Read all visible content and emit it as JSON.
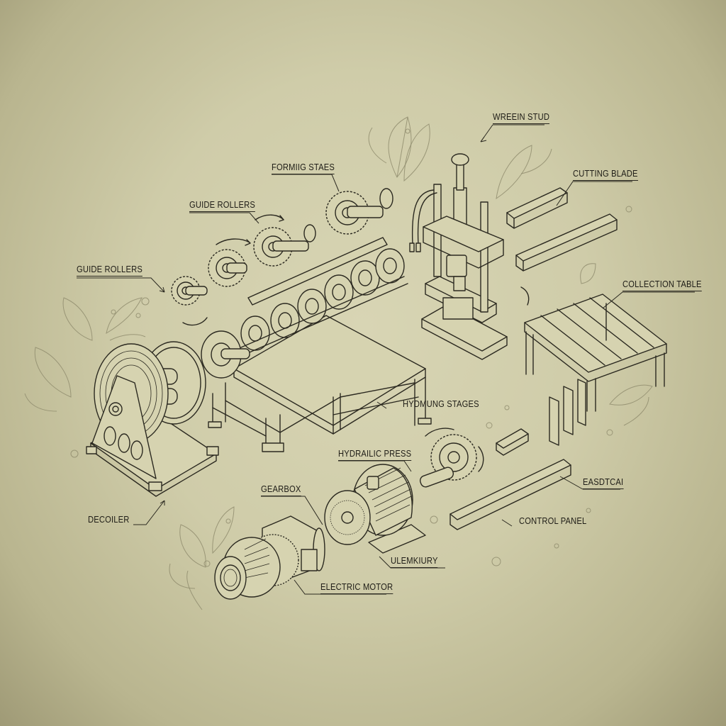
{
  "diagram": {
    "type": "isometric-exploded-technical-illustration",
    "subject": "roll forming production line",
    "background_color": "#d2cfac",
    "line_color": "#2b2920",
    "decoration_color": "#8d8a6b",
    "labels": [
      {
        "id": "wreeln-stud",
        "text": "WREEIN STUD"
      },
      {
        "id": "forming-stages",
        "text": "FORMIIG STAES"
      },
      {
        "id": "guide-rollers-top",
        "text": "GUIDE ROLLERS"
      },
      {
        "id": "guide-rollers-left",
        "text": "GUIDE ROLLERS"
      },
      {
        "id": "cutting-blade",
        "text": "CUTTING BLADE"
      },
      {
        "id": "collection-table",
        "text": "COLLECTION TABLE"
      },
      {
        "id": "hydming-stages",
        "text": "HYDMUNG STAGES"
      },
      {
        "id": "hydraulic-press",
        "text": "HYDRAILIC PRESS"
      },
      {
        "id": "easdtcai",
        "text": "EASDTCAI"
      },
      {
        "id": "control-panel",
        "text": "CONTROL PANEL"
      },
      {
        "id": "gearbox",
        "text": "GEARBOX"
      },
      {
        "id": "decoiler",
        "text": "DECOILER"
      },
      {
        "id": "ulemkiury",
        "text": "ULEMKIURY"
      },
      {
        "id": "electric-motor",
        "text": "ELECTRIC MOTOR"
      }
    ],
    "components": [
      "decoiler",
      "guide-rollers",
      "forming-stand",
      "forming-gears",
      "hydraulic-press",
      "cutting-blade-profiles",
      "collection-table",
      "electric-motor",
      "gearbox",
      "drive-gear",
      "channel-profiles"
    ]
  }
}
